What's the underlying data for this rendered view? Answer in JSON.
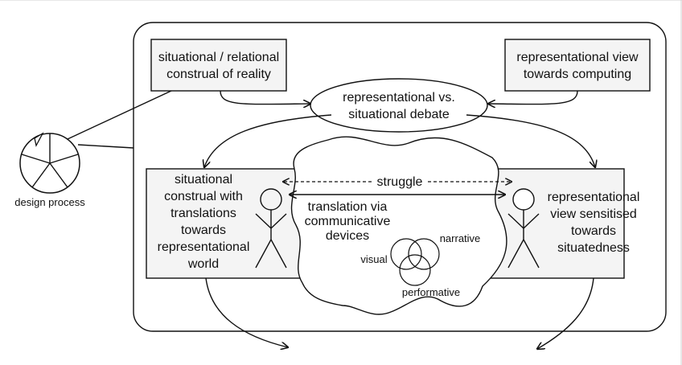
{
  "boxes": {
    "situational_relational": [
      "situational / relational",
      "construal of reality"
    ],
    "representational_view": [
      "representational view",
      "towards computing"
    ],
    "debate": [
      "representational vs.",
      "situational debate"
    ]
  },
  "left_panel": [
    "situational",
    "construal with",
    "translations",
    "towards",
    "representational",
    "world"
  ],
  "right_panel": [
    "representational",
    "view sensitised",
    "towards",
    "situatedness"
  ],
  "center": {
    "struggle": "struggle",
    "translation": [
      "translation via",
      "communicative",
      "devices"
    ],
    "devices": {
      "narrative": "narrative",
      "visual": "visual",
      "performative": "performative"
    }
  },
  "design_process": "design process"
}
